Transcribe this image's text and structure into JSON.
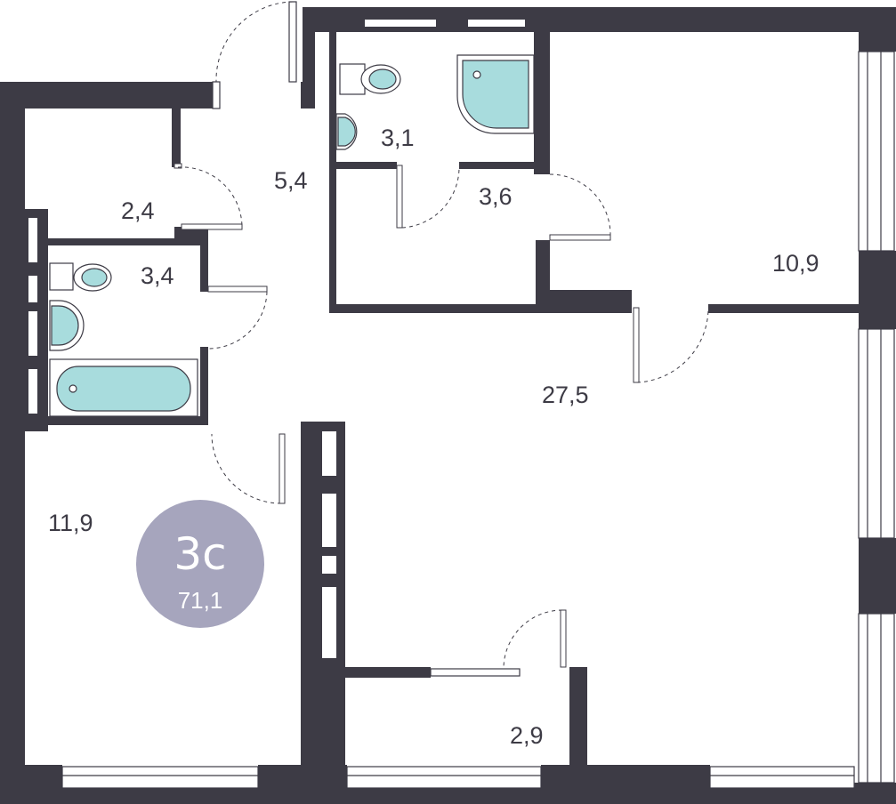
{
  "colors": {
    "wall": "#3d3b45",
    "background": "#ffffff",
    "fixture_water": "#a8dcdd",
    "badge": "#a6a5bd",
    "door_swing": "#3d3b45"
  },
  "badge": {
    "apartment_type": "3с",
    "total_area": "71,1"
  },
  "rooms": [
    {
      "id": "hall-closet",
      "area": "2,4"
    },
    {
      "id": "entry-hall",
      "area": "5,4"
    },
    {
      "id": "bathroom-shower",
      "area": "3,1"
    },
    {
      "id": "utility",
      "area": "3,6"
    },
    {
      "id": "bathroom-tub",
      "area": "3,4"
    },
    {
      "id": "bedroom-east",
      "area": "10,9"
    },
    {
      "id": "living-room",
      "area": "27,5"
    },
    {
      "id": "bedroom-west",
      "area": "11,9"
    },
    {
      "id": "storage",
      "area": "2,9"
    }
  ],
  "icons": {
    "toilet": "toilet-icon",
    "sink": "sink-icon",
    "shower": "shower-tray-icon",
    "bathtub": "bathtub-icon",
    "door": "door-swing-icon",
    "window": "window-icon"
  }
}
